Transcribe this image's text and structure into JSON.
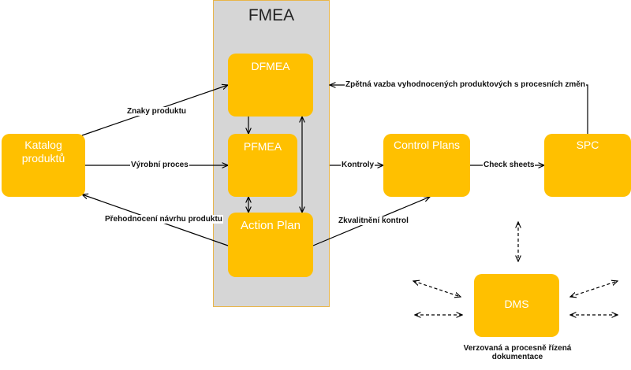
{
  "fmea": {
    "title": "FMEA"
  },
  "boxes": {
    "dfmea": "DFMEA",
    "pfmea": "PFMEA",
    "action_plan": "Action Plan",
    "katalog_line1": "Katalog",
    "katalog_line2": "produktů",
    "control_plans": "Control Plans",
    "spc": "SPC",
    "dms": "DMS"
  },
  "labels": {
    "znaky": "Znaky produktu",
    "vyrobni": "Výrobní proces",
    "prehodnoceni": "Přehodnocení návrhu produktu",
    "kontroly": "Kontroly",
    "zkvalitneni": "Zkvalitnění kontrol",
    "check_sheets": "Check sheets",
    "zpetna_vazba": "Zpětná vazba vyhodnocených produktových s procesních změn",
    "dms_caption_line1": "Verzovaná a procesně řízená",
    "dms_caption_line2": "dokumentace"
  },
  "colors": {
    "box_fill": "#ffc000",
    "panel_fill": "#d6d6d6",
    "panel_border": "#e8b54a",
    "line": "#000000"
  }
}
